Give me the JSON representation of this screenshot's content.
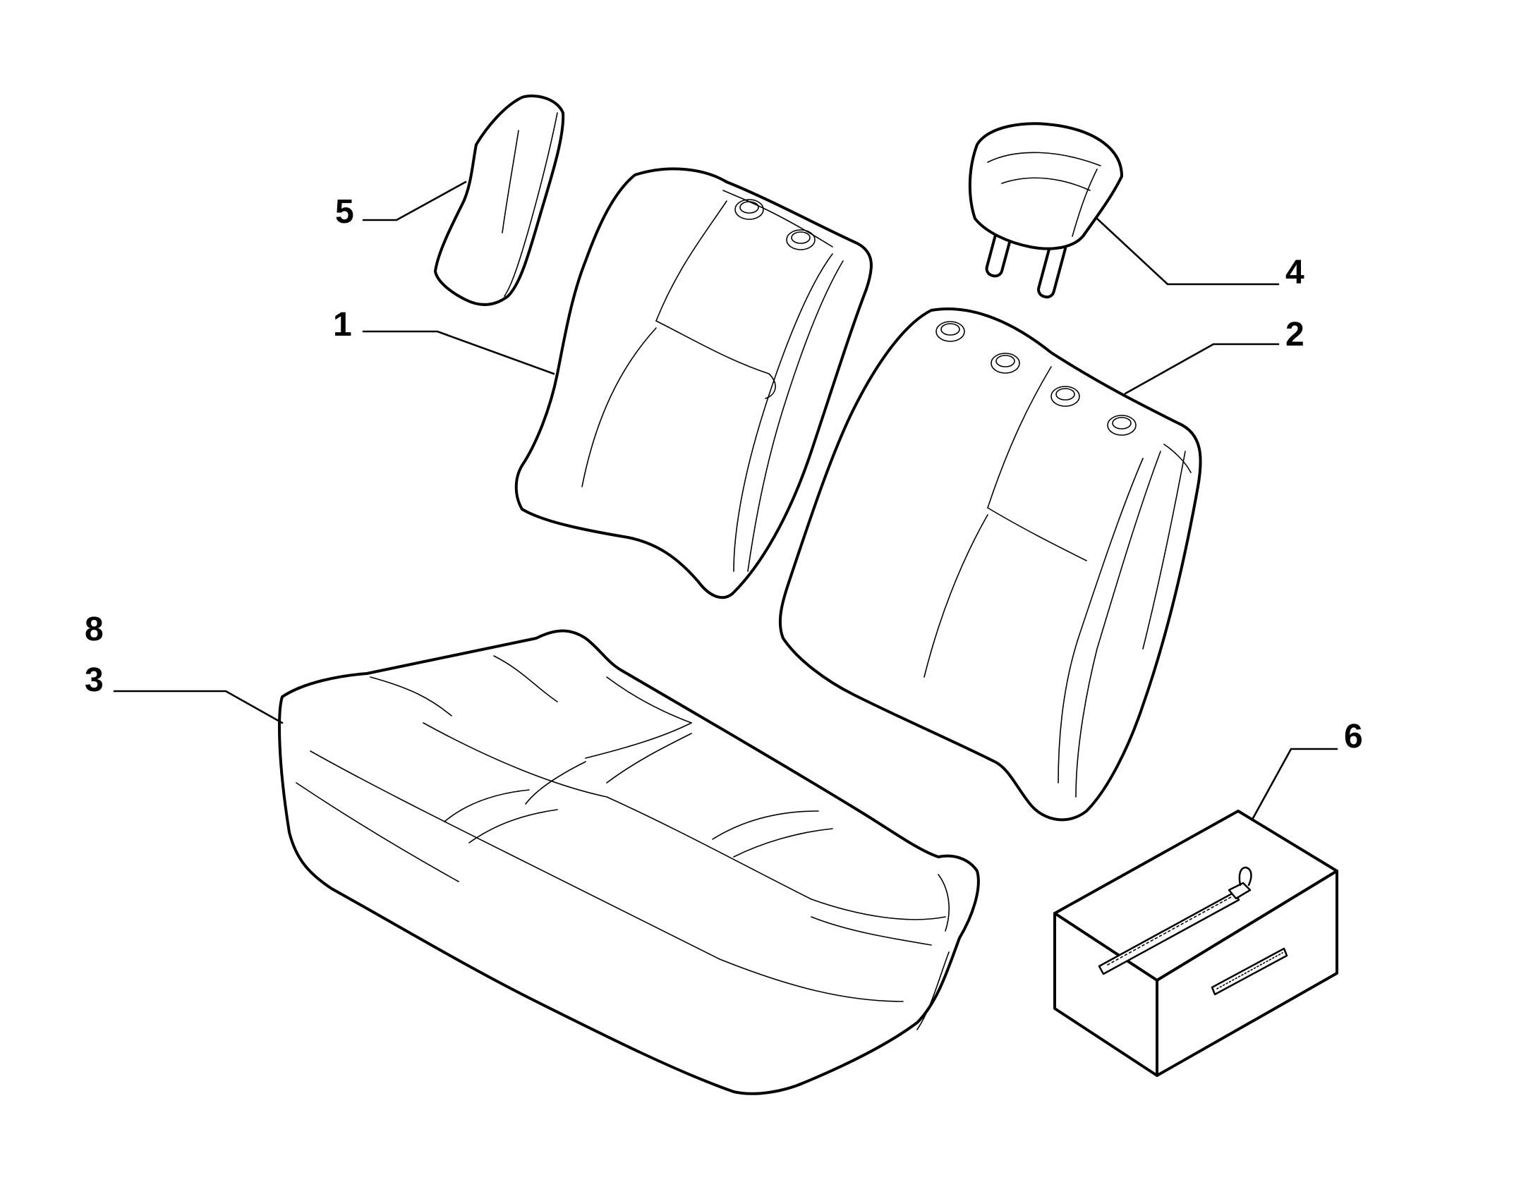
{
  "diagram": {
    "background": "#ffffff",
    "line_color": "#000000",
    "callouts": {
      "c1": "1",
      "c2": "2",
      "c3": "3",
      "c4": "4",
      "c5": "5",
      "c6": "6",
      "c8": "8"
    }
  }
}
